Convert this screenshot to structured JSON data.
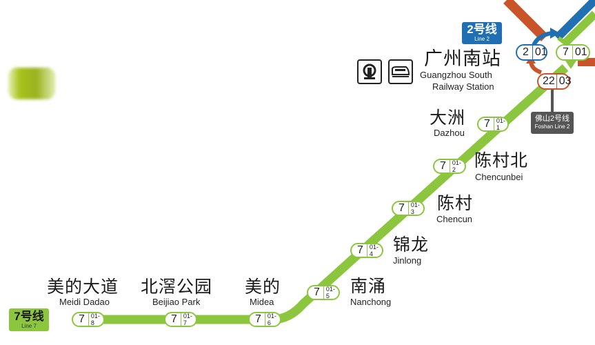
{
  "map": {
    "title": "Guangzhou Metro Line 7 route map",
    "line_colors": {
      "line7": "#8cc63f",
      "line2": "#1f6fb2",
      "foshan_line2": "#c9542a",
      "connector_gray": "#555555"
    }
  },
  "legend": {
    "line7_badge": {
      "cn": "7号线",
      "en": "Line 7",
      "color": "#8cc63f"
    },
    "line2_badge": {
      "cn": "2号线",
      "en": "Line 2",
      "color": "#1f6fb2"
    },
    "foshan_line2_badge": {
      "cn": "佛山2号线",
      "en": "Foshan Line 2",
      "color": "#555555"
    }
  },
  "stations": [
    {
      "cn": "美的大道",
      "en": "Meidi Dadao",
      "line": "7",
      "code": "01-8"
    },
    {
      "cn": "北滘公园",
      "en": "Beijiao Park",
      "line": "7",
      "code": "01-7"
    },
    {
      "cn": "美的",
      "en": "Midea",
      "line": "7",
      "code": "01-6"
    },
    {
      "cn": "南涌",
      "en": "Nanchong",
      "line": "7",
      "code": "01-5"
    },
    {
      "cn": "锦龙",
      "en": "Jinlong",
      "line": "7",
      "code": "01-4"
    },
    {
      "cn": "陈村",
      "en": "Chencun",
      "line": "7",
      "code": "01-3"
    },
    {
      "cn": "陈村北",
      "en": "Chencunbei",
      "line": "7",
      "code": "01-2"
    },
    {
      "cn": "大洲",
      "en": "Dazhou",
      "line": "7",
      "code": "01-1"
    }
  ],
  "interchange": {
    "cn": "广州南站",
    "en_line1": "Guangzhou South",
    "en_line2": "Railway Station",
    "codes": [
      {
        "line": "2",
        "code": "01"
      },
      {
        "line": "7",
        "code": "01"
      },
      {
        "line": "22",
        "code": "03"
      }
    ],
    "icons": [
      "railway-icon",
      "high-speed-train-icon"
    ]
  }
}
